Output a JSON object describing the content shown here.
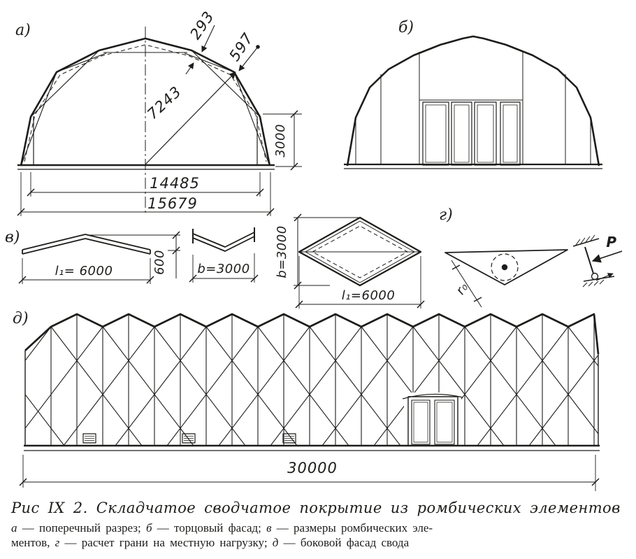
{
  "colors": {
    "ink": "#1d1d1b",
    "paper": "#ffffff"
  },
  "panel_labels": {
    "a": "а)",
    "b": "б)",
    "v": "в)",
    "g": "г)",
    "d": "д)"
  },
  "dimensions": {
    "fold_depth": "293",
    "fold_width": "597",
    "arc_radius": "7243",
    "wall_height": "3000",
    "span_inner": "14485",
    "span_outer": "15679",
    "element_length": "l₁= 6000",
    "element_rise": "600",
    "element_width": "b=3000",
    "rhombus_width": "b=3000",
    "rhombus_length": "l₁=6000",
    "core_radius": "r₀",
    "load_force": "P",
    "facade_length": "30000"
  },
  "caption": {
    "title": "Рис IX 2. Складчатое сводчатое покрытие из ромбических элементов",
    "legend_parts": [
      {
        "text": "а",
        "italic": true
      },
      {
        "text": " — поперечный разрез; ",
        "italic": false
      },
      {
        "text": "б",
        "italic": true
      },
      {
        "text": " — торцовый фасад; ",
        "italic": false
      },
      {
        "text": "в",
        "italic": true
      },
      {
        "text": " — размеры ромбических эле-\nментов, ",
        "italic": false
      },
      {
        "text": "г",
        "italic": true
      },
      {
        "text": " — расчет грани на местную нагрузку; ",
        "italic": false
      },
      {
        "text": "д",
        "italic": true
      },
      {
        "text": " — боковой фасад свода",
        "italic": false
      }
    ]
  }
}
